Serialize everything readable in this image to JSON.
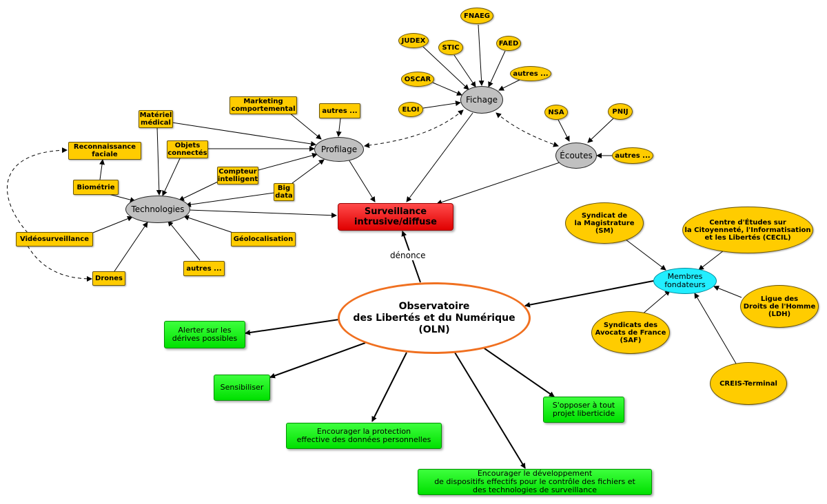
{
  "diagram": {
    "center": "Observatoire\ndes Libertés et du Numérique\n(OLN)",
    "surveillance": "Surveillance\nintrusive/diffuse",
    "edge_label": "dénonce",
    "hubs": {
      "technologies": "Technologies",
      "profilage": "Profilage",
      "fichage": "Fichage",
      "ecoutes": "Écoutes",
      "membres": "Membres\nfondateurs"
    },
    "technologies_items": {
      "reconnaissance": "Reconnaissance\nfaciale",
      "biometrie": "Biométrie",
      "videosurveillance": "Vidéosurveillance",
      "drones": "Drones",
      "geolocalisation": "Géolocalisation",
      "autres": "autres ...",
      "materiel": "Matériel\nmédical",
      "objets": "Objets\nconnectés",
      "compteur": "Compteur\nintelligent",
      "bigdata": "Big\ndata"
    },
    "profilage_items": {
      "marketing": "Marketing\ncomportemental",
      "autres": "autres ..."
    },
    "fichage_items": {
      "fnaeg": "FNAEG",
      "judex": "JUDEX",
      "stic": "STIC",
      "faed": "FAED",
      "oscar": "OSCAR",
      "autres": "autres ...",
      "eloi": "ELOI"
    },
    "ecoutes_items": {
      "nsa": "NSA",
      "pnij": "PNIJ",
      "autres": "autres ..."
    },
    "membres_items": {
      "sm": "Syndicat de\nla Magistrature\n(SM)",
      "cecil": "Centre d'Études sur\nla Citoyenneté, l'Informatisation\net les Libertés (CECIL)",
      "ldh": "Ligue des\nDroits de l'Homme\n(LDH)",
      "saf": "Syndicats des\nAvocats de France\n(SAF)",
      "creis": "CREIS-Terminal"
    },
    "actions": {
      "alerter": "Alerter sur les\ndérives possibles",
      "sensibiliser": "Sensibiliser",
      "protection": "Encourager la protection\neffective des données personnelles",
      "developpement": "Encourager le développement\nde dispositifs effectifs pour le contrôle des fichiers et\ndes technologies de surveillance",
      "opposer": "S'opposer à tout\nprojet liberticide"
    }
  }
}
